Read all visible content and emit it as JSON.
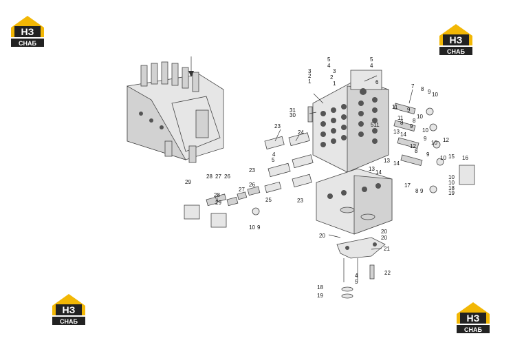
{
  "logos": [
    {
      "id": "top-left",
      "letters": "НЗ",
      "caption": "СНАБ"
    },
    {
      "id": "top-right",
      "letters": "НЗ",
      "caption": "СНАБ"
    },
    {
      "id": "bottom-left",
      "letters": "НЗ",
      "caption": "СНАБ"
    },
    {
      "id": "bottom-right",
      "letters": "НЗ",
      "caption": "СНАБ"
    }
  ],
  "colors": {
    "logo_yellow": "#f2b705",
    "logo_dark": "#222222",
    "line": "#333333"
  },
  "labels": [
    "5",
    "5",
    "4",
    "4",
    "3",
    "2",
    "1",
    "3",
    "2",
    "1",
    "6",
    "7",
    "8",
    "9",
    "10",
    "31",
    "30",
    "11",
    "9",
    "10",
    "8",
    "511",
    "11",
    "8",
    "9",
    "10",
    "13",
    "14",
    "12",
    "8",
    "9",
    "10",
    "12",
    "9",
    "10",
    "15",
    "16",
    "13",
    "14",
    "13",
    "14",
    "17",
    "8",
    "9",
    "10",
    "10",
    "18",
    "19",
    "23",
    "24",
    "4",
    "5",
    "23",
    "23",
    "29",
    "28",
    "27",
    "26",
    "28",
    "27",
    "26",
    "25",
    "29",
    "10",
    "9",
    "20",
    "20",
    "20",
    "21",
    "4",
    "5",
    "22",
    "18",
    "19"
  ]
}
